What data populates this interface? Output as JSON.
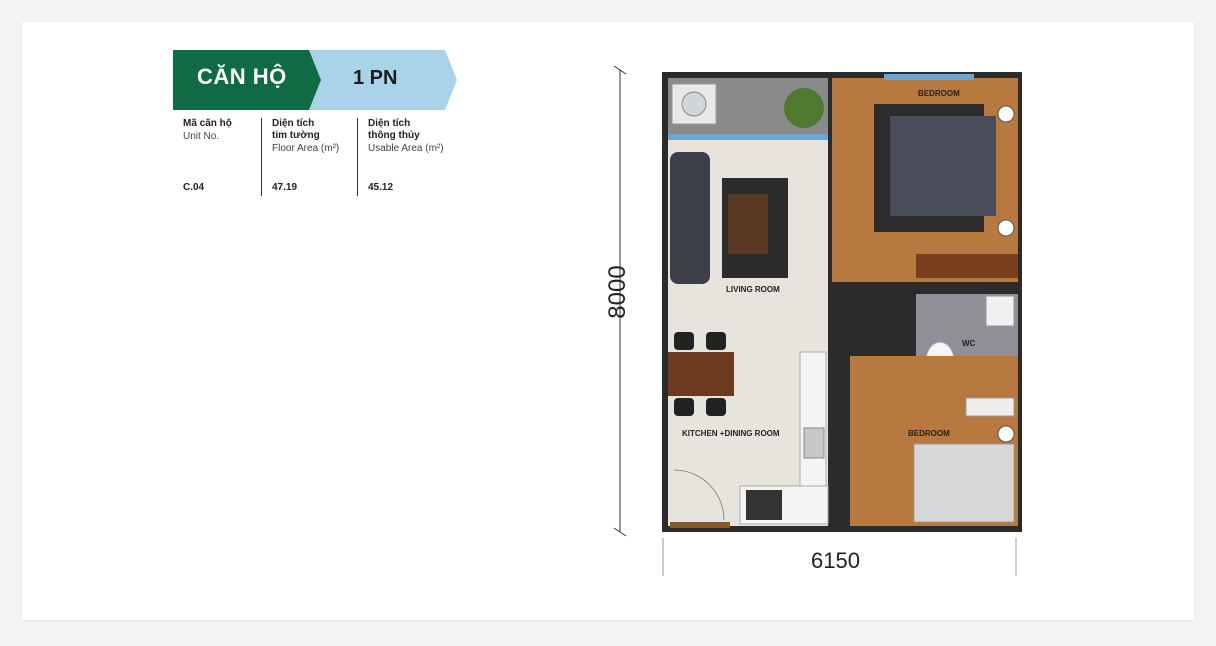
{
  "banner": {
    "type_label": "CĂN HỘ",
    "rooms_label": "1 PN",
    "color_dark": "#0f6b43",
    "color_light": "#a9d3e8"
  },
  "info": {
    "unit": {
      "label_vi": "Mã căn hộ",
      "label_en": "Unit No.",
      "value": "C.04"
    },
    "floor_area": {
      "label_vi_1": "Diện tích",
      "label_vi_2": "tim tường",
      "label_en": "Floor Area (m²)",
      "value": "47.19"
    },
    "usable_area": {
      "label_vi_1": "Diện tích",
      "label_vi_2": "thông thủy",
      "label_en": "Usable Area (m²)",
      "value": "45.12"
    }
  },
  "plan": {
    "rooms": {
      "bedroom1": "BEDROOM",
      "bedroom2": "BEDROOM",
      "living": "LIVING ROOM",
      "kitchen": "KITCHEN +DINING ROOM",
      "wc": "WC"
    },
    "dim_height": "8000",
    "dim_width": "6150"
  }
}
